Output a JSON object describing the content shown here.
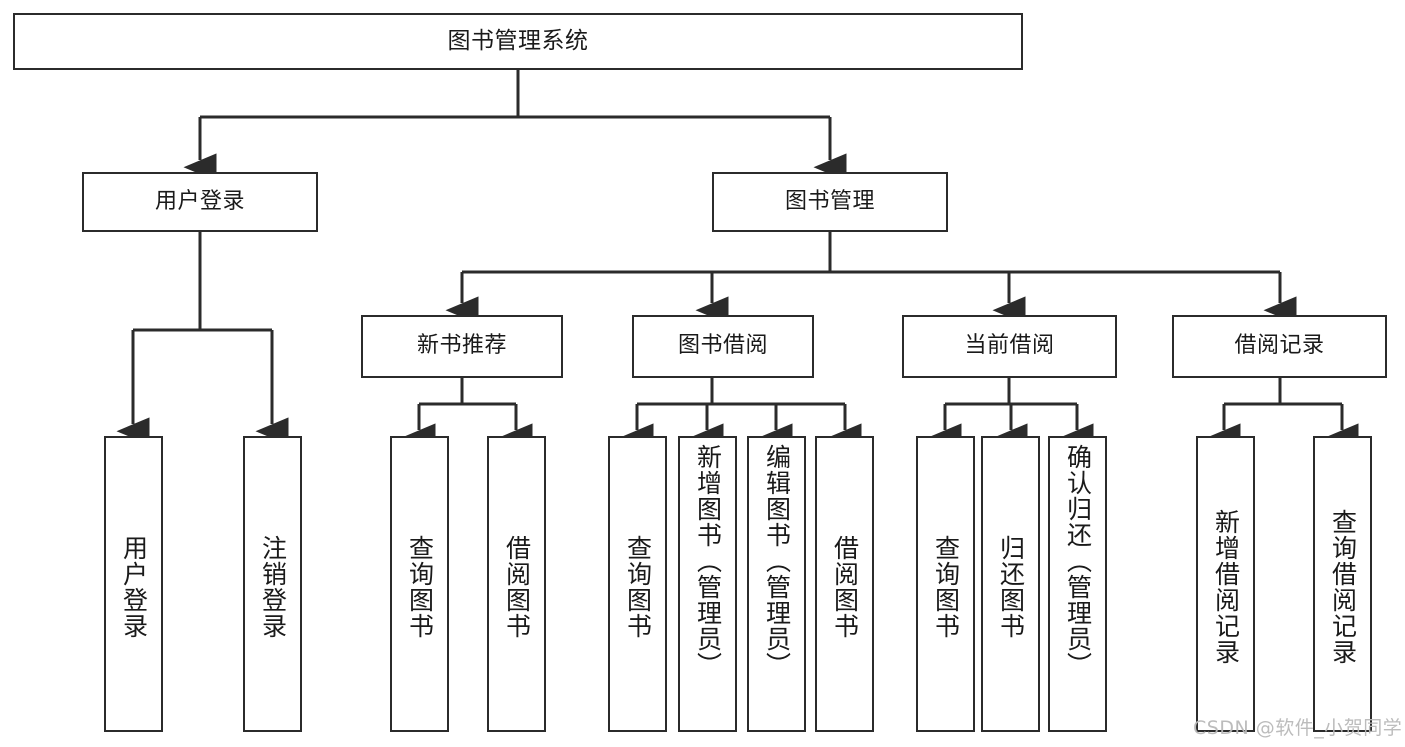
{
  "diagram": {
    "title": "图书管理系统",
    "type": "function-structure-tree",
    "watermark": "CSDN @软件_小贺同学",
    "colors": {
      "background": "#ffffff",
      "box_border": "#2b2b2b",
      "box_fill": "#ffffff",
      "edge": "#2b2b2b",
      "text": "#1a1a1a",
      "watermark": "#b9b9b9"
    },
    "levels": {
      "level1": [
        "图书管理系统"
      ],
      "level2": [
        "用户登录",
        "图书管理"
      ],
      "level3": [
        "新书推荐",
        "图书借阅",
        "当前借阅",
        "借阅记录"
      ],
      "level4": [
        "用户登录",
        "注销登录",
        "查询图书",
        "借阅图书",
        "查询图书",
        "新增图书（管理员）",
        "编辑图书（管理员）",
        "借阅图书",
        "查询图书",
        "归还图书",
        "确认归还（管理员）",
        "新增借阅记录",
        "查询借阅记录"
      ]
    },
    "nodes": {
      "root": {
        "label": "图书管理系统",
        "level": 1
      },
      "user_login": {
        "label": "用户登录",
        "level": 2
      },
      "book_mgmt": {
        "label": "图书管理",
        "level": 2
      },
      "new_book_rec": {
        "label": "新书推荐",
        "level": 3
      },
      "book_borrow": {
        "label": "图书借阅",
        "level": 3
      },
      "current_borrow": {
        "label": "当前借阅",
        "level": 3
      },
      "borrow_record": {
        "label": "借阅记录",
        "level": 3
      },
      "leaf_user_login": {
        "label": "用户登录",
        "level": 4
      },
      "leaf_logout": {
        "label": "注销登录",
        "level": 4
      },
      "leaf_query_book_1": {
        "label": "查询图书",
        "level": 4
      },
      "leaf_borrow_book_1": {
        "label": "借阅图书",
        "level": 4
      },
      "leaf_query_book_2": {
        "label": "查询图书",
        "level": 4
      },
      "leaf_add_book": {
        "label": "新增图书（管理员）",
        "level": 4
      },
      "leaf_edit_book": {
        "label": "编辑图书（管理员）",
        "level": 4
      },
      "leaf_borrow_book_2": {
        "label": "借阅图书",
        "level": 4
      },
      "leaf_query_book_3": {
        "label": "查询图书",
        "level": 4
      },
      "leaf_return_book": {
        "label": "归还图书",
        "level": 4
      },
      "leaf_confirm_return": {
        "label": "确认归还（管理员）",
        "level": 4
      },
      "leaf_add_record": {
        "label": "新增借阅记录",
        "level": 4
      },
      "leaf_query_record": {
        "label": "查询借阅记录",
        "level": 4
      }
    },
    "edges": [
      {
        "from": "root",
        "to": "user_login"
      },
      {
        "from": "root",
        "to": "book_mgmt"
      },
      {
        "from": "user_login",
        "to": "leaf_user_login"
      },
      {
        "from": "user_login",
        "to": "leaf_logout"
      },
      {
        "from": "book_mgmt",
        "to": "new_book_rec"
      },
      {
        "from": "book_mgmt",
        "to": "book_borrow"
      },
      {
        "from": "book_mgmt",
        "to": "current_borrow"
      },
      {
        "from": "book_mgmt",
        "to": "borrow_record"
      },
      {
        "from": "new_book_rec",
        "to": "leaf_query_book_1"
      },
      {
        "from": "new_book_rec",
        "to": "leaf_borrow_book_1"
      },
      {
        "from": "book_borrow",
        "to": "leaf_query_book_2"
      },
      {
        "from": "book_borrow",
        "to": "leaf_add_book"
      },
      {
        "from": "book_borrow",
        "to": "leaf_edit_book"
      },
      {
        "from": "book_borrow",
        "to": "leaf_borrow_book_2"
      },
      {
        "from": "current_borrow",
        "to": "leaf_query_book_3"
      },
      {
        "from": "current_borrow",
        "to": "leaf_return_book"
      },
      {
        "from": "current_borrow",
        "to": "leaf_confirm_return"
      },
      {
        "from": "borrow_record",
        "to": "leaf_add_record"
      },
      {
        "from": "borrow_record",
        "to": "leaf_query_record"
      }
    ]
  }
}
